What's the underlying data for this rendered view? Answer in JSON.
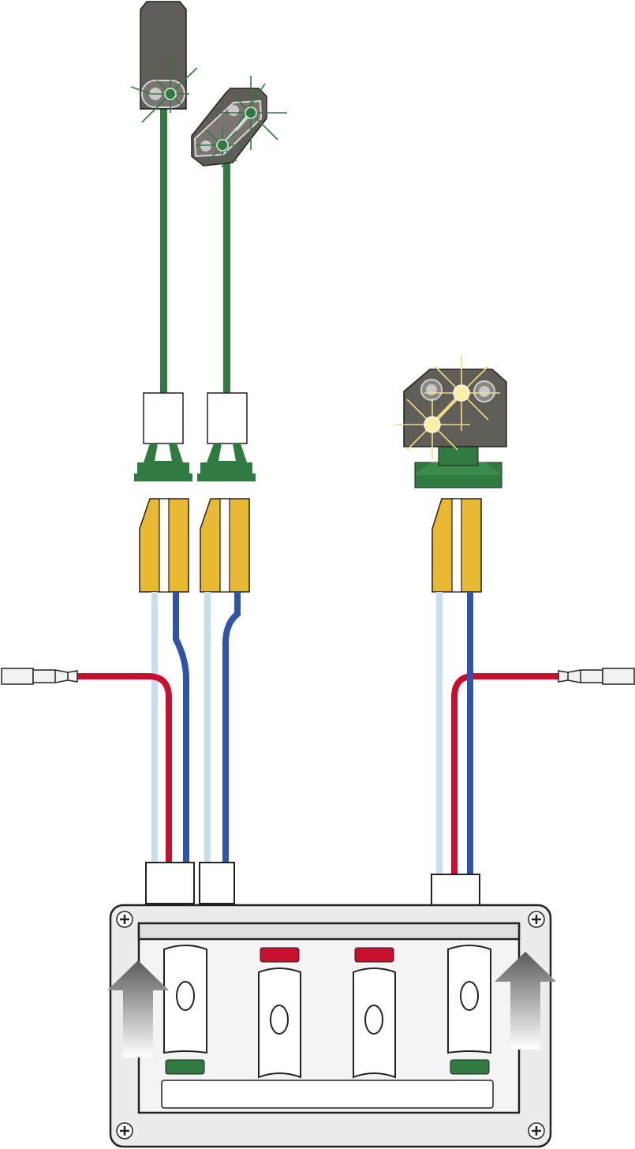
{
  "colors": {
    "background": "#ffffff",
    "outline": "#222222",
    "signal_housing": "#605c57",
    "signal_green": "#2f7a3e",
    "lamp_off": "#c9c9c9",
    "lamp_yellow": "#fcefa6",
    "ray_yellow": "#f4de7a",
    "connector_yellow": "#e9b934",
    "wire_light_blue": "#c8dff0",
    "wire_blue": "#2e55aa",
    "wire_red": "#c8102e",
    "panel_fill": "#ececec",
    "panel_inner": "#f4f4f4",
    "indicator_red": "#c8102e",
    "indicator_green": "#2f7a3e"
  },
  "components": {
    "left_signal": "two-aspect-signal-green",
    "middle_signal": "three-aspect-signal-green",
    "right_signal": "dwarf-signal-yellow",
    "connectors": [
      "connector-left",
      "connector-middle",
      "connector-right"
    ],
    "plugs": [
      "flat-plug-left",
      "flat-plug-right"
    ],
    "control_panel": "switch-panel-with-4-levers",
    "indicators": [
      "green",
      "red",
      "red",
      "green"
    ],
    "arrows": [
      "arrow-up-left",
      "arrow-up-right"
    ],
    "icons": [
      "screw-icon",
      "screw-icon",
      "screw-icon",
      "screw-icon"
    ]
  }
}
